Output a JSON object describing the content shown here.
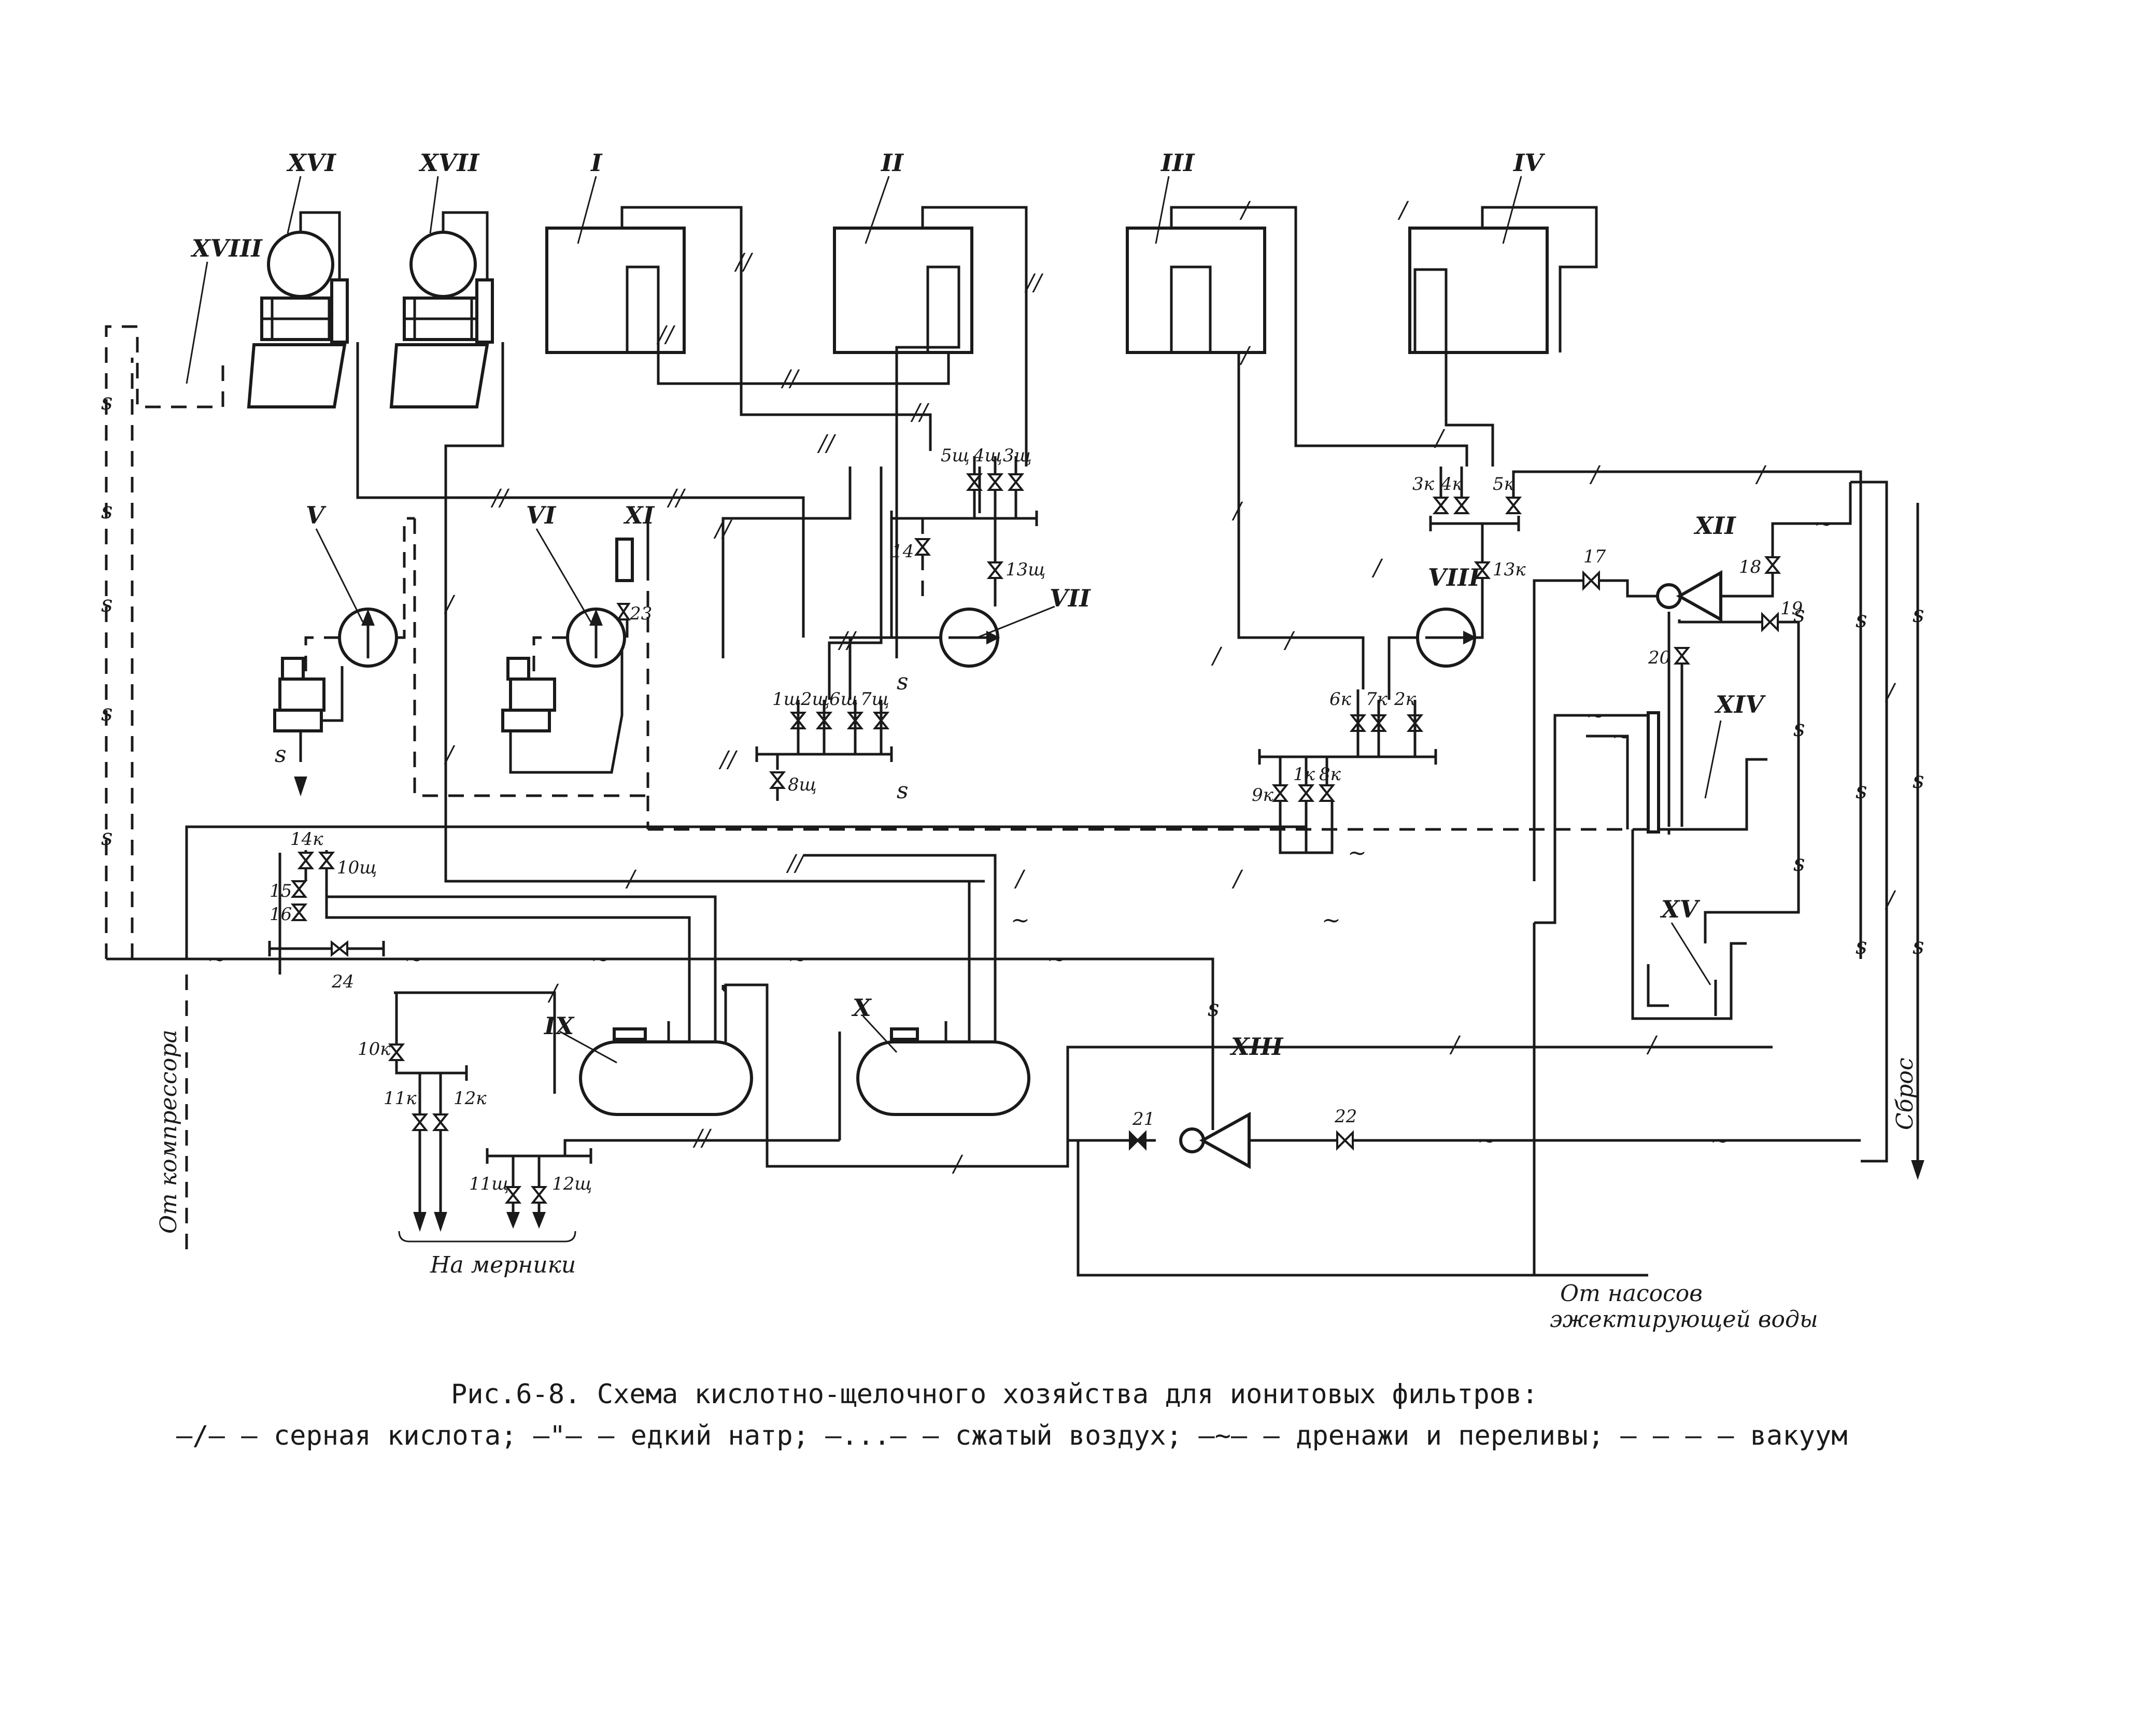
{
  "equipment": {
    "XVI": "XVI",
    "XVII": "XVII",
    "XVIII": "XVIII",
    "I": "I",
    "II": "II",
    "III": "III",
    "IV": "IV",
    "V": "V",
    "VI": "VI",
    "XI": "XI",
    "VII": "VII",
    "VIII": "VIII",
    "IX": "IX",
    "X": "X",
    "XII": "XII",
    "XIII": "XIII",
    "XIV": "XIV",
    "XV": "XV"
  },
  "valves": {
    "v5sh": "5щ",
    "v4sh": "4щ",
    "v3sh": "3щ",
    "v14": "14",
    "v13sh": "13щ",
    "v1sh": "1щ",
    "v2sh": "2щ",
    "v6sh": "6щ",
    "v7sh": "7щ",
    "v8sh": "8щ",
    "v3k": "3к",
    "v4k": "4к",
    "v5k": "5к",
    "v13k": "13к",
    "v6k": "6к",
    "v7k": "7к",
    "v2k": "2к",
    "v9k": "9к",
    "v1k": "1к",
    "v8k": "8к",
    "v17": "17",
    "v18": "18",
    "v19": "19",
    "v20": "20",
    "v14k": "14к",
    "v10sh": "10щ",
    "v15": "15",
    "v16": "16",
    "v24": "24",
    "v10k": "10к",
    "v11k": "11к",
    "v12k": "12к",
    "v11sh": "11щ",
    "v12sh": "12щ",
    "v21": "21",
    "v22": "22",
    "v23": "23"
  },
  "pipe_marks": {
    "acid": "/",
    "alkali": "//",
    "drain": "~",
    "vacuum": "s"
  },
  "labels": {
    "from_compressor": "От компрессора",
    "to_measures": "На мерники",
    "from_pumps_line1": "От насосов",
    "from_pumps_line2": "эжектирующей воды",
    "discharge": "Сброс"
  },
  "caption": {
    "line1": "Рис.6-8. Схема кислотно-щелочного хозяйства для ионитовых фильтров:",
    "line2": "–/– – серная кислота; –\"– – едкий натр; –...– – сжатый воздух; –~– – дренажи и переливы; – – –  – вакуум"
  }
}
